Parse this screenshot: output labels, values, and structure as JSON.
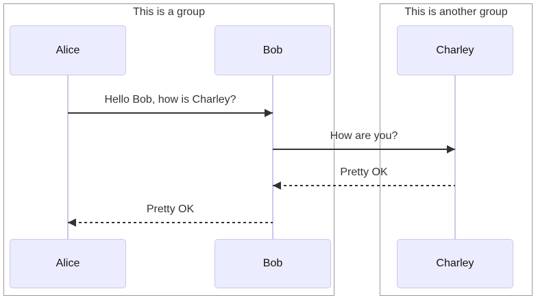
{
  "diagram": {
    "type": "sequence-diagram",
    "groups": [
      {
        "label": "This is a group",
        "actors": [
          "Alice",
          "Bob"
        ]
      },
      {
        "label": "This is another group",
        "actors": [
          "Charley"
        ]
      }
    ],
    "actors": [
      {
        "name": "Alice"
      },
      {
        "name": "Bob"
      },
      {
        "name": "Charley"
      }
    ],
    "messages": [
      {
        "text": "Hello Bob, how is Charley?",
        "from": "Alice",
        "to": "Bob",
        "line": "solid",
        "direction": "right"
      },
      {
        "text": "How are you?",
        "from": "Bob",
        "to": "Charley",
        "line": "solid",
        "direction": "right"
      },
      {
        "text": "Pretty OK",
        "from": "Charley",
        "to": "Bob",
        "line": "dashed",
        "direction": "left"
      },
      {
        "text": "Pretty OK",
        "from": "Bob",
        "to": "Alice",
        "line": "dashed",
        "direction": "left"
      }
    ],
    "colors": {
      "actor_fill": "#ECECFF",
      "actor_border": "#CDC6EC",
      "lifeline": "#CFC6EF",
      "group_border": "#999999",
      "message_line": "#333333",
      "text": "#333333"
    }
  }
}
